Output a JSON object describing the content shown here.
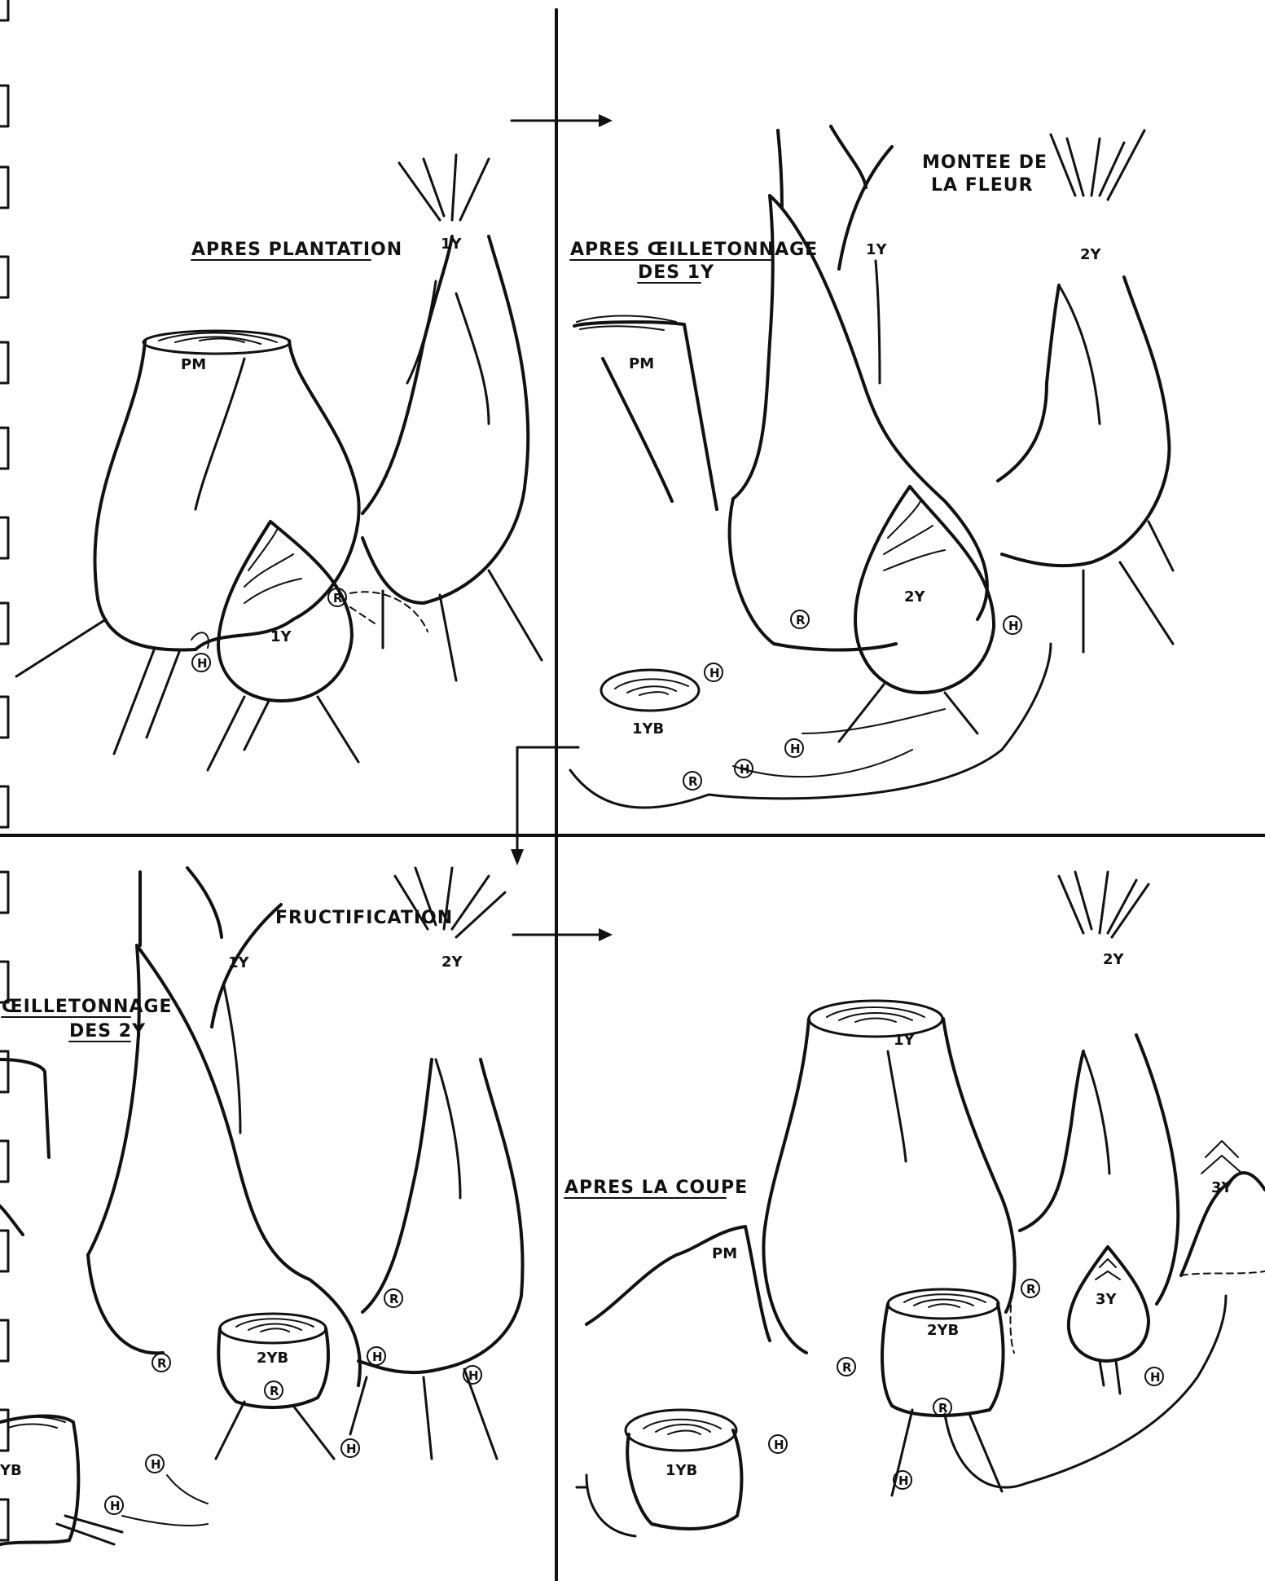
{
  "panels": [
    {
      "id": "top-left",
      "title": "APRES PLANTATION",
      "labels": {
        "pm": "PM",
        "y1": "1Y",
        "y1b": "1Y",
        "r": "R",
        "h": "H"
      }
    },
    {
      "id": "top-right",
      "title_line1": "APRES ŒILLETONNAGE",
      "title_line2": "DES 1Y",
      "note_line1": "MONTEE DE",
      "note_line2": "LA FLEUR",
      "labels": {
        "pm": "PM",
        "y1": "1Y",
        "y2": "2Y",
        "y2b": "2Y",
        "y1b": "1YB",
        "r": "R",
        "h": "H"
      }
    },
    {
      "id": "bottom-left",
      "title_line1": "ŒILLETONNAGE",
      "title_line2": "DES 2Y",
      "note": "FRUCTIFICATION",
      "labels": {
        "y1": "1Y",
        "y2": "2Y",
        "y2b": "2YB",
        "yb": "YB",
        "r": "R",
        "h": "H"
      }
    },
    {
      "id": "bottom-right",
      "title": "APRES LA COUPE",
      "labels": {
        "pm": "PM",
        "y1": "1Y",
        "y2": "2Y",
        "y2b": "2YB",
        "y1b": "1YB",
        "y3": "3Y",
        "y3b": "3Y",
        "r": "R",
        "h": "H"
      }
    }
  ]
}
